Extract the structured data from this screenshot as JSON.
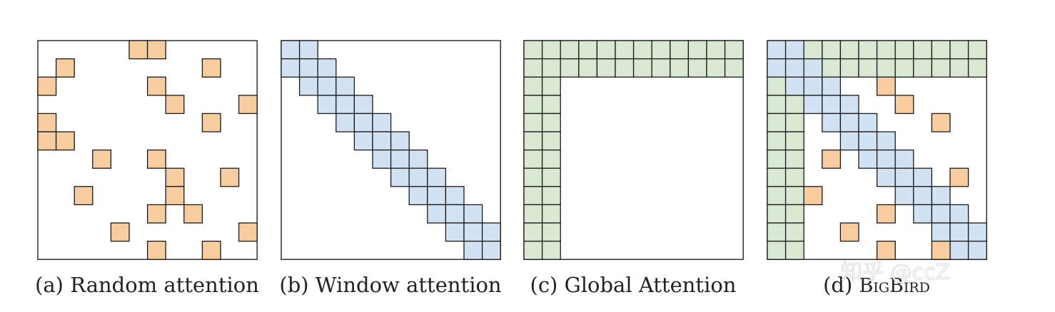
{
  "colors": {
    "random": "#f7cda0",
    "window": "#d3e2f3",
    "global": "#d9e8d3",
    "cell_stroke": "#1a1a1a",
    "frame": "#222222"
  },
  "grid_size": 12,
  "panels": [
    {
      "id": "random",
      "caption": "(a) Random attention",
      "random_cells": [
        [
          0,
          5
        ],
        [
          0,
          6
        ],
        [
          1,
          1
        ],
        [
          1,
          9
        ],
        [
          2,
          0
        ],
        [
          2,
          6
        ],
        [
          3,
          7
        ],
        [
          3,
          11
        ],
        [
          4,
          0
        ],
        [
          4,
          9
        ],
        [
          5,
          0
        ],
        [
          5,
          1
        ],
        [
          6,
          3
        ],
        [
          6,
          6
        ],
        [
          7,
          7
        ],
        [
          7,
          10
        ],
        [
          8,
          2
        ],
        [
          8,
          7
        ],
        [
          9,
          6
        ],
        [
          9,
          8
        ],
        [
          10,
          4
        ],
        [
          10,
          11
        ],
        [
          11,
          6
        ],
        [
          11,
          9
        ]
      ]
    },
    {
      "id": "window",
      "caption": "(b) Window attention",
      "window_radius": 1
    },
    {
      "id": "global",
      "caption": "(c) Global Attention",
      "global_count": 2
    },
    {
      "id": "bigbird",
      "caption_prefix": "(d) ",
      "caption_name": "BigBird",
      "window_radius": 1,
      "global_count": 2,
      "random_cells": [
        [
          2,
          6
        ],
        [
          3,
          7
        ],
        [
          4,
          9
        ],
        [
          6,
          3
        ],
        [
          7,
          10
        ],
        [
          8,
          2
        ],
        [
          9,
          6
        ],
        [
          10,
          4
        ],
        [
          11,
          6
        ],
        [
          11,
          9
        ]
      ]
    }
  ],
  "watermark": "知乎 @ccZ"
}
